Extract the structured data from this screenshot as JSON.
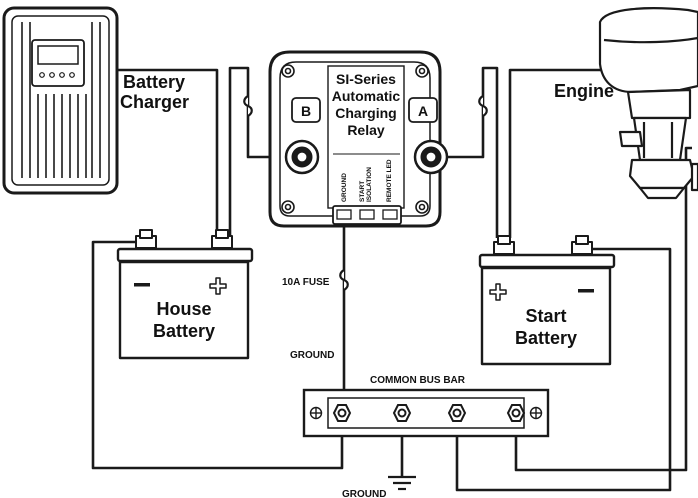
{
  "diagram": {
    "charger_label_line1": "Battery",
    "charger_label_line2": "Charger",
    "engine_label": "Engine",
    "relay": {
      "title_line1": "SI-Series",
      "title_line2": "Automatic",
      "title_line3": "Charging",
      "title_line4": "Relay",
      "terminal_b": "B",
      "terminal_a": "A",
      "pin_ground": "GROUND",
      "pin_start_line1": "START",
      "pin_start_line2": "ISOLATION",
      "pin_remote": "REMOTE LED"
    },
    "fuse_label": "10A FUSE",
    "ground_label_left": "GROUND",
    "ground_label_bottom": "GROUND",
    "bus_bar_label": "COMMON BUS BAR",
    "house_battery_line1": "House",
    "house_battery_line2": "Battery",
    "start_battery_line1": "Start",
    "start_battery_line2": "Battery",
    "plus_symbol": "+",
    "minus_symbol": "−"
  }
}
